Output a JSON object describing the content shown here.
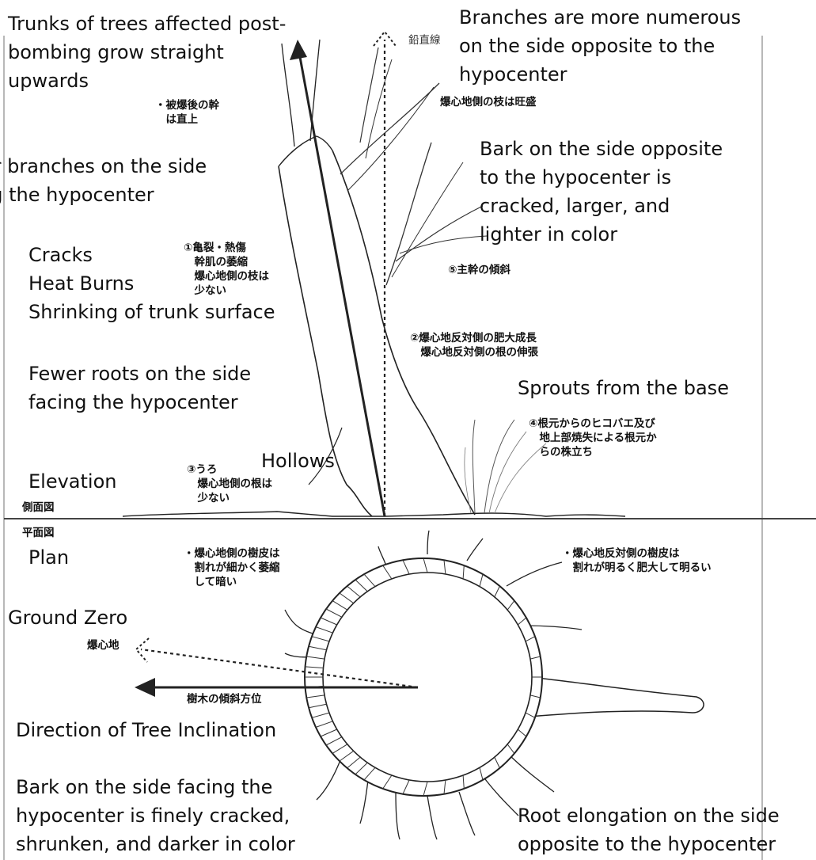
{
  "english_labels": {
    "trunks_straight": "Trunks of trees affected post-\nbombing grow straight\nupwards",
    "branches_numerous": "Branches are more numerous\non the side opposite to the\nhypocenter",
    "fewer_branches": "Fewer branches on the side\nfacing the hypocenter",
    "bark_opposite": "Bark on the side opposite\nto the hypocenter is\ncracked, larger, and\nlighter in color",
    "cracks_list": "Cracks\nHeat Burns\nShrinking of trunk surface",
    "fewer_roots": "Fewer roots on the side\nfacing the hypocenter",
    "sprouts": "Sprouts from the base",
    "hollows": "Hollows",
    "elevation": "Elevation",
    "plan": "Plan",
    "ground_zero": "Ground Zero",
    "direction": "Direction of Tree Inclination",
    "bark_facing": "Bark on the side facing the\nhypocenter is finely cracked,\nshrunken, and darker in color",
    "root_elongation": "Root elongation on the side\nopposite to the hypocenter"
  },
  "japanese_labels": {
    "vertical_line": "鉛直線",
    "trunk_upright": "・被爆後の幹\n　は直上",
    "branches_thriving": "爆心地側の枝は旺盛",
    "label_1": "①亀裂・熱傷\n　幹肌の萎縮\n　爆心地側の枝は\n　少ない",
    "label_5": "⑤主幹の傾斜",
    "label_2": "②爆心地反対側の肥大成長\n　爆心地反対側の根の伸張",
    "label_4": "④根元からのヒコバエ及び\n　地上部焼失による根元か\n　らの株立ち",
    "label_3": "③うろ\n　爆心地側の根は\n　少ない",
    "side_view": "側面図",
    "plan_view": "平面図",
    "bark_facing_jp": "・爆心地側の樹皮は\n　割れが細かく萎縮\n　して暗い",
    "bark_opposite_jp": "・爆心地反対側の樹皮は\n　割れが明るく肥大して明るい",
    "hypocenter": "爆心地",
    "inclination_direction": "樹木の傾斜方位"
  }
}
